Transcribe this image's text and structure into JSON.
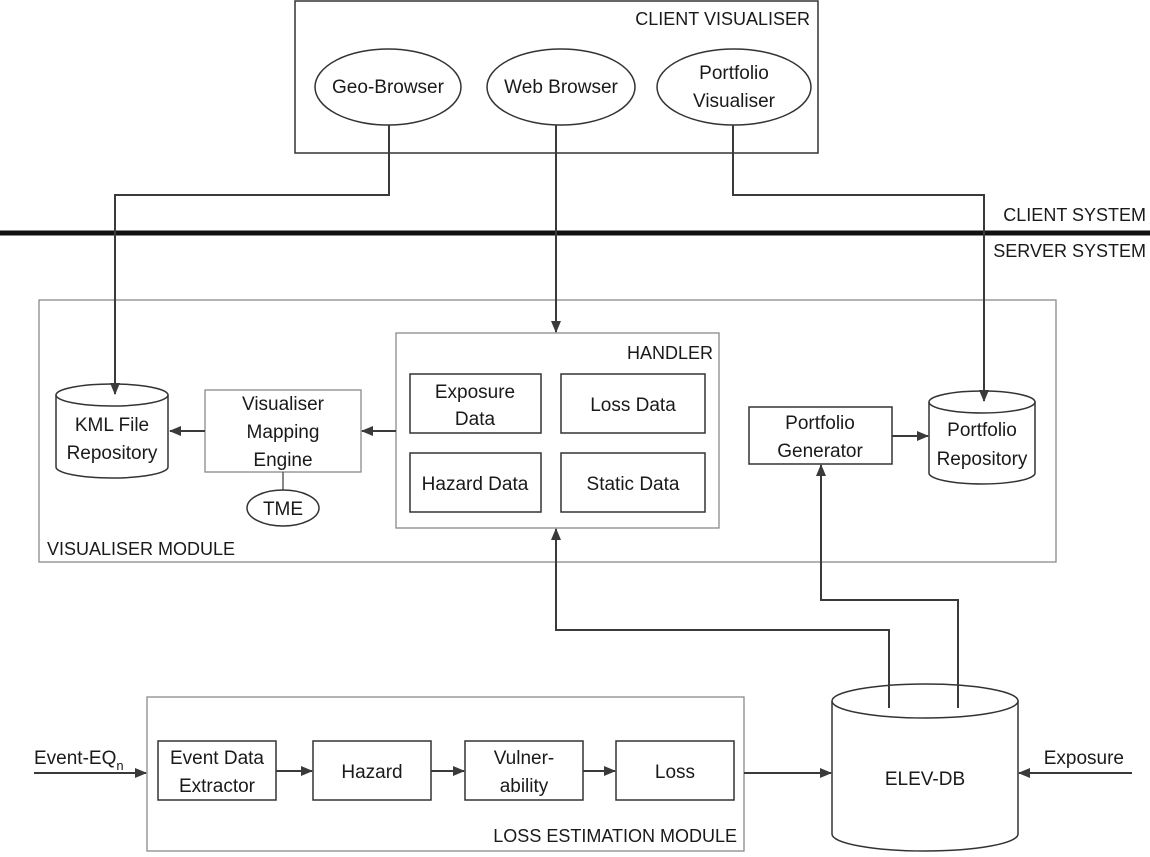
{
  "client_visualiser": {
    "title": "CLIENT VISUALISER",
    "geo_browser": "Geo-Browser",
    "web_browser": "Web Browser",
    "portfolio_visualiser": [
      "Portfolio",
      "Visualiser"
    ]
  },
  "boundary": {
    "client_system": "CLIENT SYSTEM",
    "server_system": "SERVER SYSTEM"
  },
  "visualiser_module": {
    "title": "VISUALISER MODULE",
    "kml_repository": [
      "KML File",
      "Repository"
    ],
    "mapping_engine": [
      "Visualiser",
      "Mapping",
      "Engine"
    ],
    "tme": "TME",
    "handler": {
      "title": "HANDLER",
      "exposure_data": [
        "Exposure",
        "Data"
      ],
      "loss_data": "Loss  Data",
      "hazard_data": "Hazard Data",
      "static_data": "Static Data"
    },
    "portfolio_generator": [
      "Portfolio",
      "Generator"
    ],
    "portfolio_repository": [
      "Portfolio",
      "Repository"
    ]
  },
  "loss_estimation_module": {
    "title": "LOSS ESTIMATION MODULE",
    "event_data_extractor": [
      "Event Data",
      "Extractor"
    ],
    "hazard": "Hazard",
    "vulnerability": [
      "Vulner-",
      "ability"
    ],
    "loss": "Loss"
  },
  "elev_db": "ELEV-DB",
  "inputs": {
    "event_eq": "Event-EQ",
    "event_eq_sub": "n",
    "exposure": "Exposure"
  }
}
